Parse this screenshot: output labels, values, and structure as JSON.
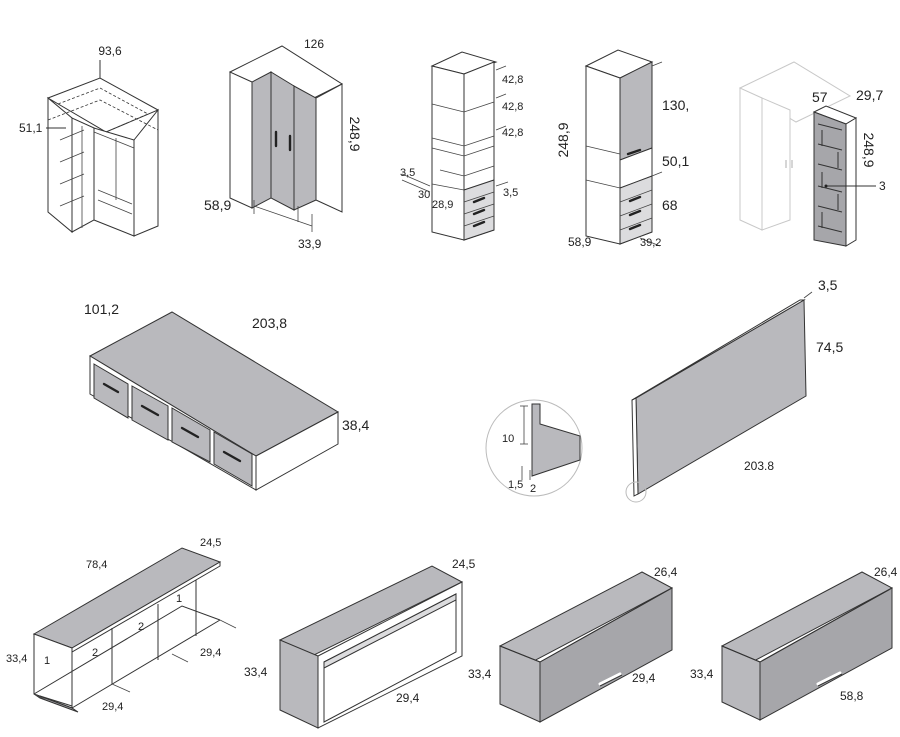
{
  "corner_wardrobe_open": {
    "width": "93,6",
    "depth": "51,1"
  },
  "corner_wardrobe_closed": {
    "width": "126",
    "height": "248,9",
    "depth": "58,9",
    "door": "33,9"
  },
  "bookcase_desk": {
    "shelf1": "42,8",
    "shelf2": "42,8",
    "shelf3": "42,8",
    "top_gap": "3,5",
    "side_gap": "3,5",
    "desk_depth": "30",
    "desk_width": "28,9"
  },
  "wardrobe_desk": {
    "height": "248,9",
    "top": "130,",
    "middle": "50,1",
    "drawers": "68",
    "depth": "58,9",
    "width": "39,2"
  },
  "corner_shelf": {
    "width": "57",
    "depth": "29,7",
    "height": "248,9",
    "shelves": "3"
  },
  "bed": {
    "width": "101,2",
    "length": "203,8",
    "height": "38,4"
  },
  "headboard": {
    "thickness": "3,5",
    "height": "74,5",
    "length": "203.8"
  },
  "detail": {
    "lip": "10",
    "gap": "1,5",
    "edge": "2"
  },
  "shelf_unit": {
    "width": "78,4",
    "depth": "24,5",
    "height": "33,4",
    "compartment_depth": "29,4",
    "bottom": "29,4",
    "labels": [
      "1",
      "2",
      "2",
      "1"
    ]
  },
  "open_box": {
    "depth": "24,5",
    "height": "33,4",
    "width": "29,4"
  },
  "wall_cabinet_small": {
    "depth": "26,4",
    "height": "33,4",
    "width": "29,4"
  },
  "wall_cabinet_large": {
    "depth": "26,4",
    "height": "33,4",
    "width": "58,8"
  }
}
